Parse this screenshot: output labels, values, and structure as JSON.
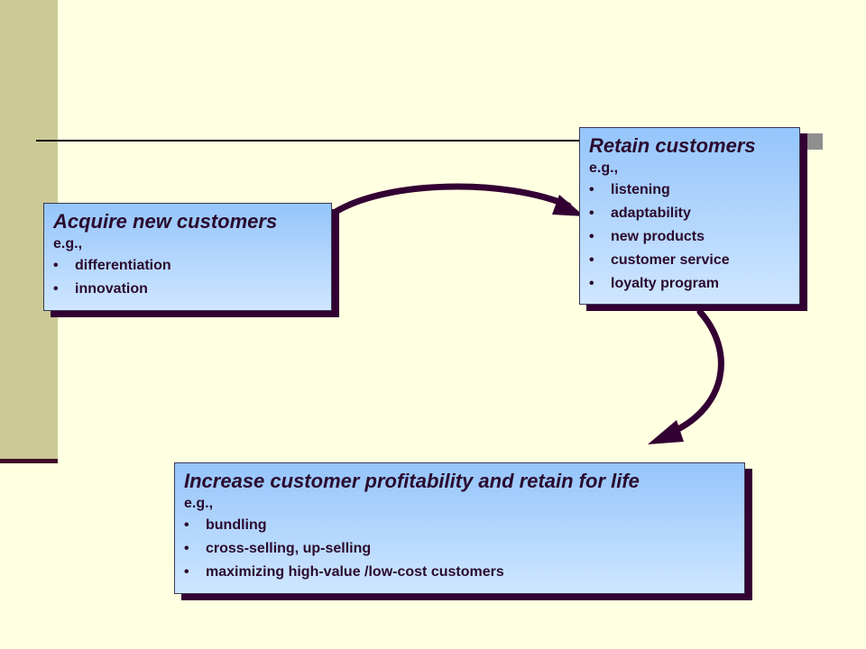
{
  "boxes": {
    "acquire": {
      "title": "Acquire new customers",
      "eg": "e.g.,",
      "items": [
        "differentiation",
        "innovation"
      ]
    },
    "retain": {
      "title": "Retain customers",
      "eg": "e.g.,",
      "items": [
        "listening",
        "adaptability",
        "new products",
        "customer service",
        "loyalty program"
      ]
    },
    "increase": {
      "title": "Increase customer profitability and retain for life",
      "eg": "e.g.,",
      "items": [
        "bundling",
        "cross-selling, up-selling",
        "maximizing high-value /low-cost customers"
      ]
    }
  },
  "bullet": "•",
  "colors": {
    "background": "#FFFFE1",
    "side_bar": "#CBCA97",
    "box_gradient_top": "#95C5FB",
    "box_gradient_bottom": "#CFE6FF",
    "text": "#2A0A2E",
    "shadow_and_arrows": "#330033"
  }
}
